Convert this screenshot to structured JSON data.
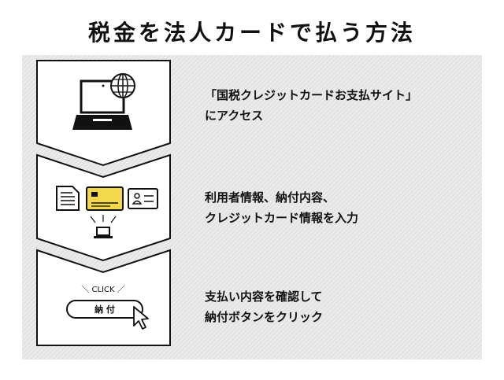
{
  "title": "税金を法人カードで払う方法",
  "steps": [
    {
      "lines": [
        "「国税クレジットカードお支払サイト」",
        "にアクセス"
      ]
    },
    {
      "lines": [
        "利用者情報、納付内容、",
        "クレジットカード情報を入力"
      ]
    },
    {
      "lines": [
        "支払い内容を確認して",
        "納付ボタンをクリック"
      ]
    }
  ],
  "click_label": "＼ CLICK ／",
  "pay_button_label": "納 付",
  "colors": {
    "card": "#f2d84a",
    "line": "#111111",
    "panel": "#e6e6e6"
  }
}
